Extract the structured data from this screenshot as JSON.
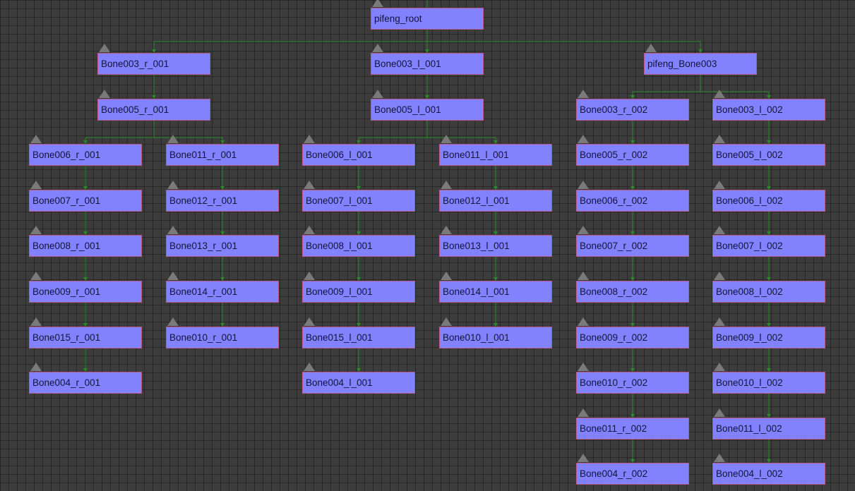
{
  "colors": {
    "node_fill": "#8282ff",
    "node_border": "#b45a8c",
    "node_text": "#14143c",
    "wire": "#2a8a2a",
    "collapse_triangle": "#7a7a7a",
    "background": "#3c3c3c"
  },
  "graph": {
    "nodes": [
      {
        "label": "pifeng_root"
      },
      {
        "label": "Bone003_r_001",
        "parent": 0
      },
      {
        "label": "Bone003_l_001",
        "parent": 0
      },
      {
        "label": "pifeng_Bone003",
        "parent": 0
      },
      {
        "label": "Bone005_r_001",
        "parent": 1
      },
      {
        "label": "Bone005_l_001",
        "parent": 2
      },
      {
        "label": "Bone003_r_002",
        "parent": 3
      },
      {
        "label": "Bone003_l_002",
        "parent": 3
      },
      {
        "label": "Bone006_r_001",
        "parent": 4
      },
      {
        "label": "Bone011_r_001",
        "parent": 4
      },
      {
        "label": "Bone006_l_001",
        "parent": 5
      },
      {
        "label": "Bone011_l_001",
        "parent": 5
      },
      {
        "label": "Bone005_r_002",
        "parent": 6
      },
      {
        "label": "Bone005_l_002",
        "parent": 7
      },
      {
        "label": "Bone007_r_001",
        "parent": 8
      },
      {
        "label": "Bone012_r_001",
        "parent": 9
      },
      {
        "label": "Bone007_l_001",
        "parent": 10
      },
      {
        "label": "Bone012_l_001",
        "parent": 11
      },
      {
        "label": "Bone006_r_002",
        "parent": 12
      },
      {
        "label": "Bone006_l_002",
        "parent": 13
      },
      {
        "label": "Bone008_r_001",
        "parent": 14
      },
      {
        "label": "Bone013_r_001",
        "parent": 15
      },
      {
        "label": "Bone008_l_001",
        "parent": 16
      },
      {
        "label": "Bone013_l_001",
        "parent": 17
      },
      {
        "label": "Bone007_r_002",
        "parent": 18
      },
      {
        "label": "Bone007_l_002",
        "parent": 19
      },
      {
        "label": "Bone009_r_001",
        "parent": 20
      },
      {
        "label": "Bone014_r_001",
        "parent": 21
      },
      {
        "label": "Bone009_l_001",
        "parent": 22
      },
      {
        "label": "Bone014_l_001",
        "parent": 23
      },
      {
        "label": "Bone008_r_002",
        "parent": 24
      },
      {
        "label": "Bone008_l_002",
        "parent": 25
      },
      {
        "label": "Bone015_r_001",
        "parent": 26
      },
      {
        "label": "Bone010_r_001",
        "parent": 27
      },
      {
        "label": "Bone015_l_001",
        "parent": 28
      },
      {
        "label": "Bone010_l_001",
        "parent": 29
      },
      {
        "label": "Bone009_r_002",
        "parent": 30
      },
      {
        "label": "Bone009_l_002",
        "parent": 31
      },
      {
        "label": "Bone004_r_001",
        "parent": 32
      },
      {
        "label": "Bone004_l_001",
        "parent": 34
      },
      {
        "label": "Bone010_r_002",
        "parent": 36
      },
      {
        "label": "Bone010_l_002",
        "parent": 37
      },
      {
        "label": "Bone011_r_002",
        "parent": 40
      },
      {
        "label": "Bone011_l_002",
        "parent": 41
      },
      {
        "label": "Bone004_r_002",
        "parent": 42
      },
      {
        "label": "Bone004_l_002",
        "parent": 43
      }
    ]
  }
}
